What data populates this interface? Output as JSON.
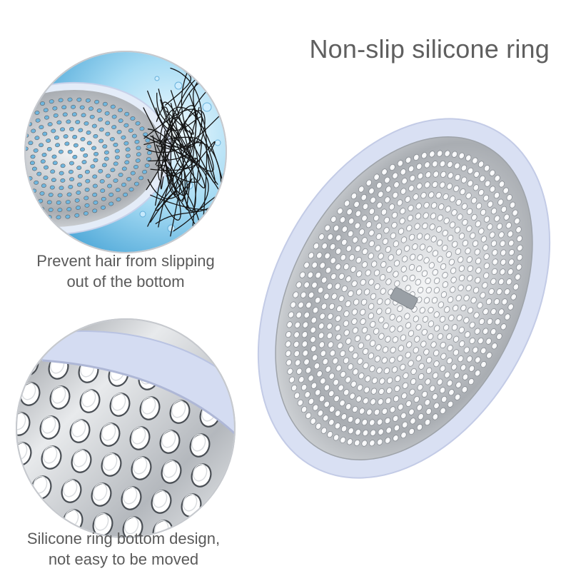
{
  "heading": "Non-slip silicone ring",
  "callout_hair": {
    "line1": "Prevent hair from slipping",
    "line2": "out of the bottom"
  },
  "callout_bottom": {
    "line1": "Silicone ring bottom design,",
    "line2": "not easy to be moved"
  },
  "colors": {
    "silicone_ring": "#d8e0f4",
    "steel": "#bfc3c8",
    "water": "#7fc4e8",
    "hair": "#111111",
    "text": "#5f5f5f"
  }
}
